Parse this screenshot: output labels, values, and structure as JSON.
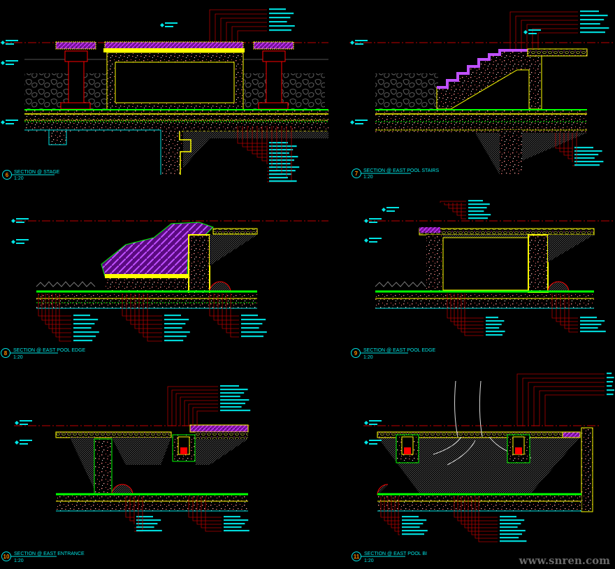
{
  "drawing": {
    "sections": [
      {
        "number": "6",
        "title": "SECTION @ STAGE",
        "scale": "1:20"
      },
      {
        "number": "7",
        "title": "SECTION @ EAST POOL STAIRS",
        "scale": "1:20"
      },
      {
        "number": "8",
        "title": "SECTION @ EAST POOL EDGE",
        "scale": "1:20"
      },
      {
        "number": "9",
        "title": "SECTION @ EAST POOL EDGE",
        "scale": "1:20"
      },
      {
        "number": "10",
        "title": "SECTION @ EAST ENTRANCE",
        "scale": "1:20"
      },
      {
        "number": "11",
        "title": "SECTION @ EAST POOL BI",
        "scale": "1:20"
      }
    ],
    "watermark": "www.snren.com",
    "colors": {
      "background": "#000000",
      "level_line": "#c00000",
      "annotation": "#00e5e5",
      "paving": "#a020c0",
      "membrane": "#ffff00",
      "grass": "#00ff00",
      "concrete_dots": "#ff8080"
    }
  }
}
